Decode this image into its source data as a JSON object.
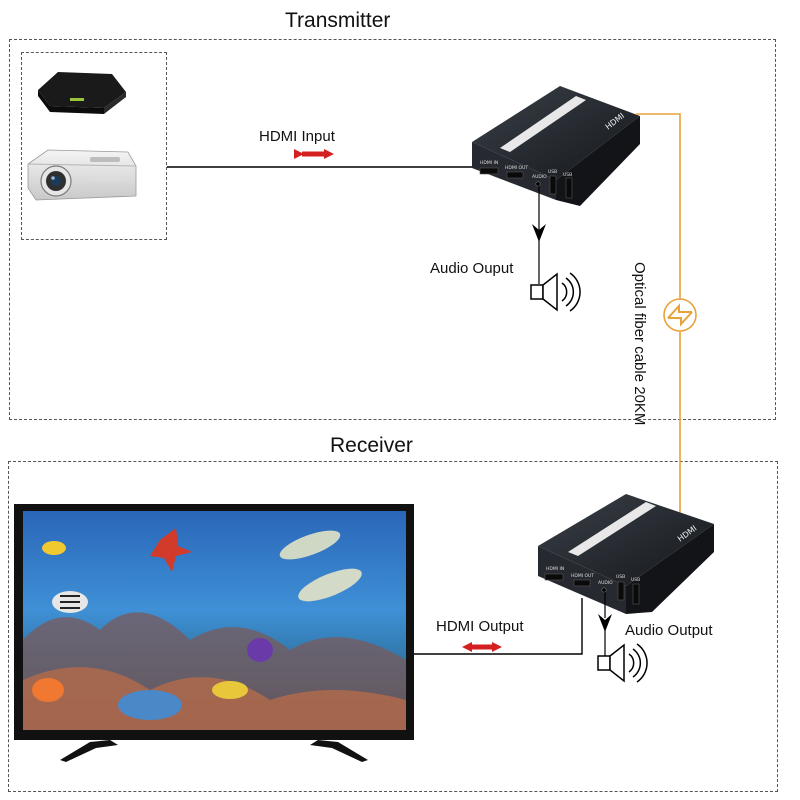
{
  "transmitter": {
    "title": "Transmitter",
    "hdmi_input_label": "HDMI Input",
    "audio_output_label": "Audio Ouput",
    "device_ports": [
      "HDMI IN",
      "HDMI OUT",
      "AUDIO",
      "USB",
      "USB"
    ],
    "device_logo": "HDMI"
  },
  "receiver": {
    "title": "Receiver",
    "hdmi_output_label": "HDMI Output",
    "audio_output_label": "Audio Output",
    "device_ports": [
      "HDMI IN",
      "HDMI OUT",
      "AUDIO",
      "USB",
      "USB"
    ],
    "device_logo": "HDMI"
  },
  "fiber": {
    "label": "Optical fiber cable 20KM",
    "color": "#e8a23a"
  },
  "sources": [
    "tv-box",
    "projector"
  ],
  "display": "tv",
  "colors": {
    "arrow_red": "#d42020",
    "cable": "#000000",
    "device_body": "#1e2227"
  }
}
